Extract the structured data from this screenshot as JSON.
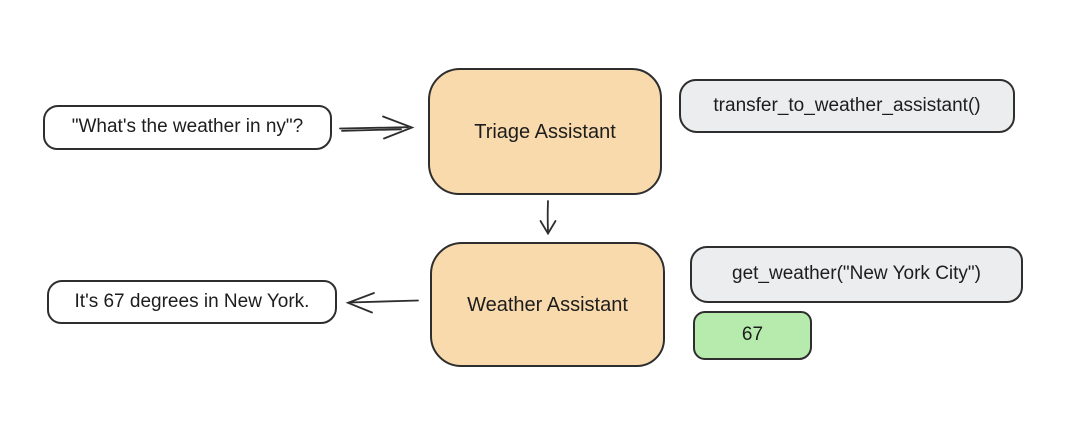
{
  "canvas": {
    "background": "#ffffff"
  },
  "palette": {
    "agent_fill": "#F8DAAC",
    "tool_fill": "#ECEDEE",
    "result_fill": "#B6EBAD",
    "stroke": "#2e2e2e",
    "text": "#1d1d1d"
  },
  "nodes": {
    "user_message": {
      "label": "\"What's the weather in ny\"?"
    },
    "triage_assistant": {
      "label": "Triage Assistant"
    },
    "transfer_call": {
      "label": "transfer_to_weather_assistant()"
    },
    "weather_assistant": {
      "label": "Weather Assistant"
    },
    "weather_call": {
      "label": "get_weather(\"New York City\")"
    },
    "weather_result": {
      "label": "67"
    },
    "assistant_reply": {
      "label": "It's 67 degrees in New York."
    }
  },
  "arrows": {
    "user_to_triage": "arrow-right",
    "triage_to_weather": "arrow-down",
    "weather_to_reply": "arrow-left"
  }
}
